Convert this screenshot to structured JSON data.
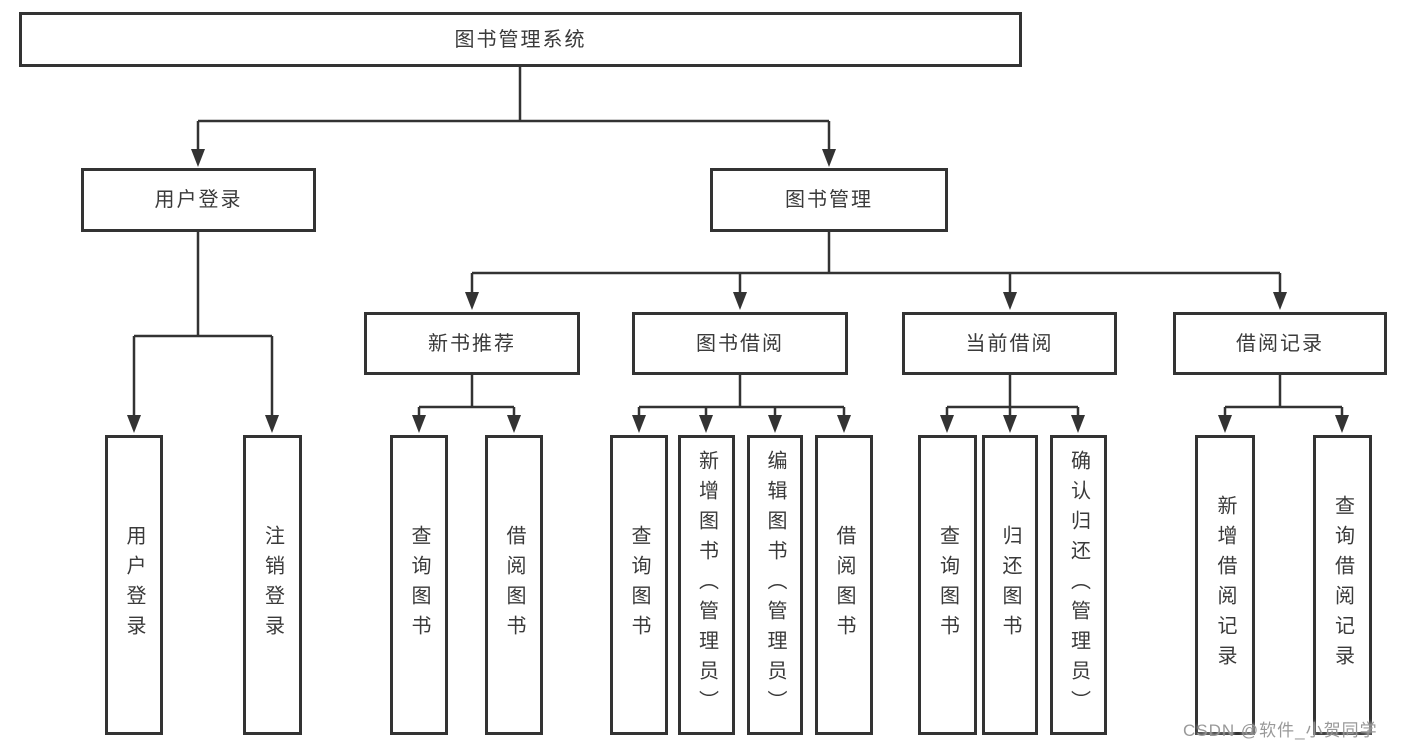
{
  "diagram": {
    "watermark": "CSDN @软件_小贺同学",
    "colors": {
      "line": "#333333",
      "text": "#3a3a3a",
      "background": "#ffffff"
    },
    "tree": {
      "label": "图书管理系统",
      "children": [
        {
          "label": "用户登录",
          "children": [
            {
              "label": "用户登录"
            },
            {
              "label": "注销登录"
            }
          ]
        },
        {
          "label": "图书管理",
          "children": [
            {
              "label": "新书推荐",
              "children": [
                {
                  "label": "查询图书"
                },
                {
                  "label": "借阅图书"
                }
              ]
            },
            {
              "label": "图书借阅",
              "children": [
                {
                  "label": "查询图书"
                },
                {
                  "label": "新增图书（管理员）"
                },
                {
                  "label": "编辑图书（管理员）"
                },
                {
                  "label": "借阅图书"
                }
              ]
            },
            {
              "label": "当前借阅",
              "children": [
                {
                  "label": "查询图书"
                },
                {
                  "label": "归还图书"
                },
                {
                  "label": "确认归还（管理员）"
                }
              ]
            },
            {
              "label": "借阅记录",
              "children": [
                {
                  "label": "新增借阅记录"
                },
                {
                  "label": "查询借阅记录"
                }
              ]
            }
          ]
        }
      ]
    }
  }
}
